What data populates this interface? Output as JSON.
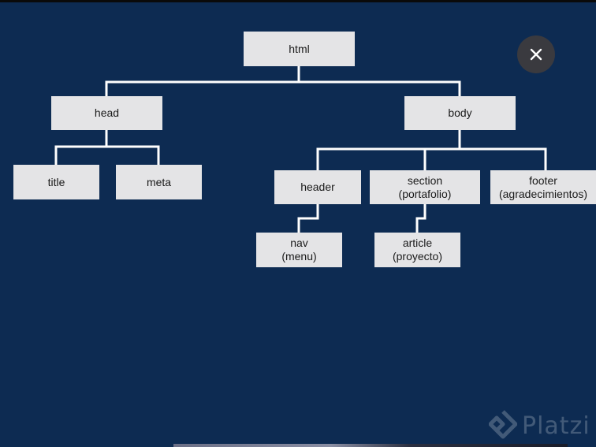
{
  "diagram": {
    "nodes": {
      "html": {
        "line1": "html"
      },
      "head": {
        "line1": "head"
      },
      "body": {
        "line1": "body"
      },
      "title": {
        "line1": "title"
      },
      "meta": {
        "line1": "meta"
      },
      "header": {
        "line1": "header"
      },
      "section": {
        "line1": "section",
        "line2": "(portafolio)"
      },
      "footer": {
        "line1": "footer",
        "line2": "(agradecimientos)"
      },
      "nav": {
        "line1": "nav",
        "line2": "(menu)"
      },
      "article": {
        "line1": "article",
        "line2": "(proyecto)"
      }
    },
    "edges": [
      [
        "html",
        "head"
      ],
      [
        "html",
        "body"
      ],
      [
        "head",
        "title"
      ],
      [
        "head",
        "meta"
      ],
      [
        "body",
        "header"
      ],
      [
        "body",
        "section"
      ],
      [
        "body",
        "footer"
      ],
      [
        "header",
        "nav"
      ],
      [
        "section",
        "article"
      ]
    ]
  },
  "overlay": {
    "close_icon": "close-icon",
    "watermark": {
      "icon": "platzi-logo-icon",
      "text": "Platzi"
    }
  },
  "colors": {
    "background": "#0d2b52",
    "node_fill": "#e4e4e6",
    "connector": "#ffffff",
    "close_button": "#3a3a3f"
  }
}
